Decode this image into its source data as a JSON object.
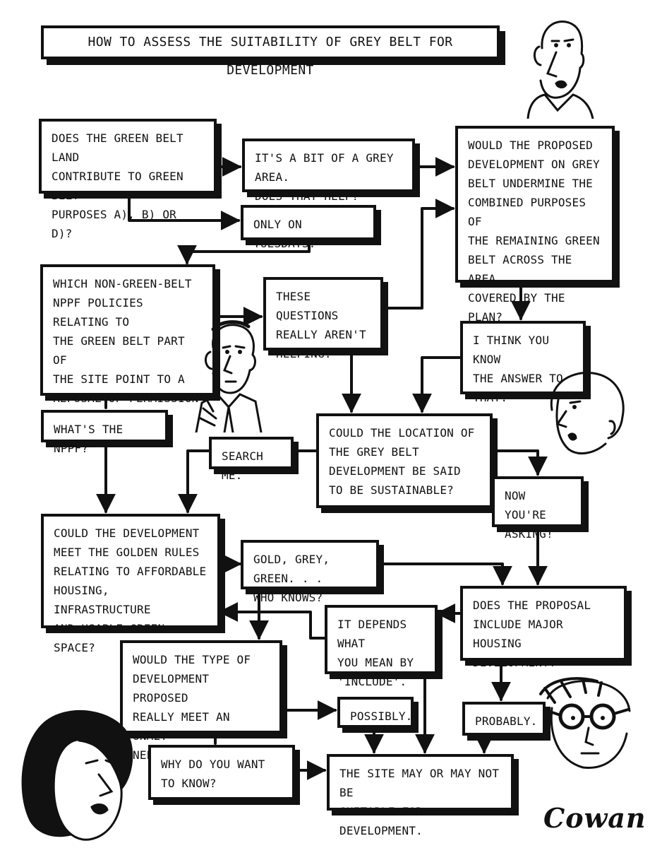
{
  "title": "HOW TO ASSESS THE SUITABILITY OF GREY BELT FOR DEVELOPMENT",
  "boxes": {
    "q1": "DOES THE GREEN BELT LAND\nCONTRIBUTE TO GREEN BELT\nPURPOSES A), B) OR D)?",
    "grey_area": "IT'S A BIT OF A GREY AREA.\nDOES THAT HELP?",
    "tuesdays": "ONLY ON TUESDAYS.",
    "q2": "WOULD THE PROPOSED\nDEVELOPMENT ON GREY\nBELT UNDERMINE THE\nCOMBINED PURPOSES OF\nTHE REMAINING GREEN\nBELT ACROSS THE AREA\nCOVERED BY THE PLAN?",
    "q3": "WHICH NON-GREEN-BELT\nNPPF POLICIES RELATING TO\nTHE GREEN BELT PART OF\nTHE SITE POINT TO A\nREFUSAL OF PERMISSION\nFOR DEVELOPMENT?",
    "not_helping": "THESE QUESTIONS\nREALLY AREN'T\nHELPING.",
    "know_answer": "I THINK YOU KNOW\nTHE ANSWER TO\nTHAT.",
    "whats_nppf": "WHAT'S THE NPPF?",
    "search_me": "SEARCH ME.",
    "q4": "COULD THE LOCATION OF\nTHE GREY BELT\nDEVELOPMENT BE SAID\nTO BE SUSTAINABLE?",
    "now_asking": "NOW YOU'RE\nASKING!",
    "q5": "COULD THE DEVELOPMENT\nMEET THE GOLDEN RULES\nRELATING TO AFFORDABLE\nHOUSING, INFRASTRUCTURE\nAND USABLE GREEN SPACE?",
    "gold_grey": "GOLD, GREY, GREEN. . .\nWHO KNOWS?",
    "q6": "DOES THE PROPOSAL\nINCLUDE MAJOR HOUSING\nDEVELOPMENT?",
    "depends": "IT DEPENDS WHAT\nYOU MEAN BY\n'INCLUDE'.",
    "q7": "WOULD THE TYPE OF\nDEVELOPMENT PROPOSED\nREALLY MEET AN UNMET\nNEED?",
    "possibly": "POSSIBLY.",
    "probably": "PROBABLY.",
    "why_know": "WHY DO YOU WANT\nTO KNOW?",
    "result": "THE SITE MAY OR MAY NOT BE\nSUITABLE FOR DEVELOPMENT."
  },
  "signature": "Cowan"
}
